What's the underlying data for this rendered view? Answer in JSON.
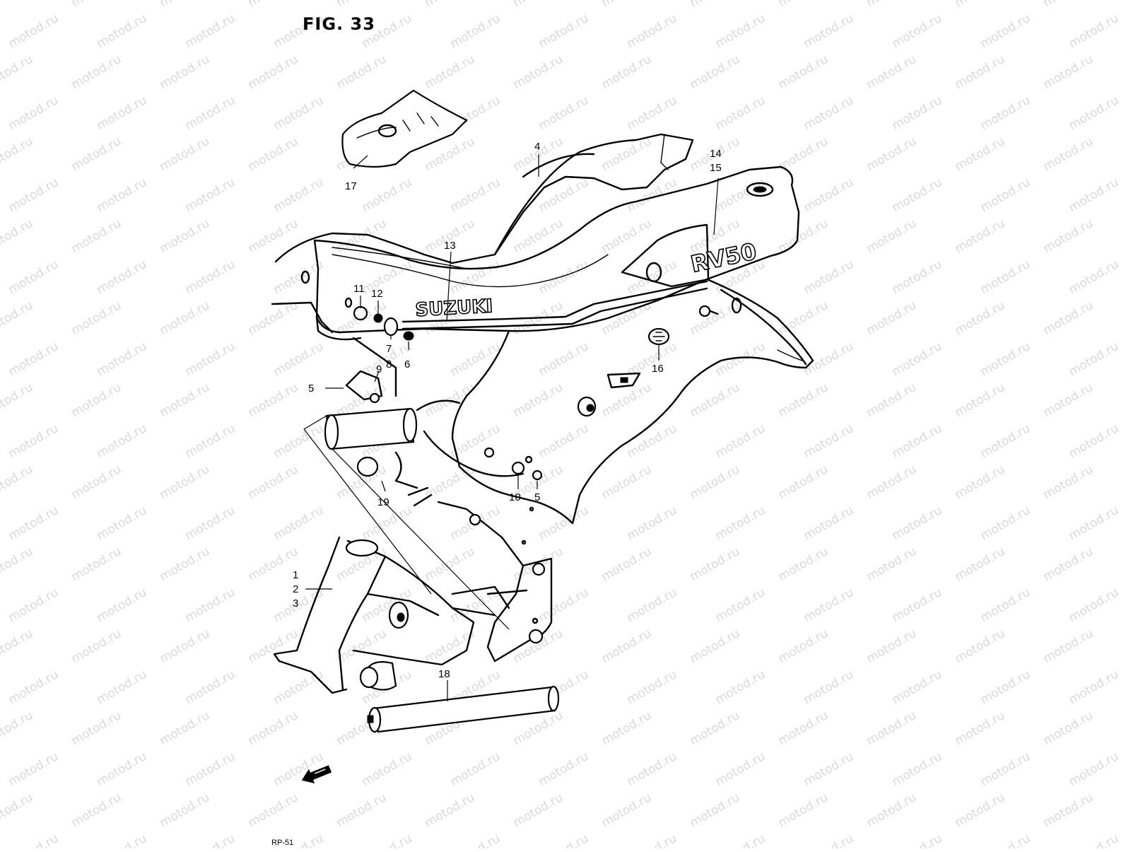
{
  "figure": {
    "title": "FIG. 33",
    "page_code": "RP-51"
  },
  "watermark": {
    "text": "motod.ru"
  },
  "branding": {
    "tank_logo": "SUZUKI",
    "side_logo": "RV50"
  },
  "callouts": [
    {
      "id": "c1",
      "text": "1"
    },
    {
      "id": "c2",
      "text": "2"
    },
    {
      "id": "c3",
      "text": "3"
    },
    {
      "id": "c4",
      "text": "4"
    },
    {
      "id": "c5a",
      "text": "5"
    },
    {
      "id": "c5b",
      "text": "5"
    },
    {
      "id": "c6",
      "text": "6"
    },
    {
      "id": "c7",
      "text": "7"
    },
    {
      "id": "c8",
      "text": "8"
    },
    {
      "id": "c9",
      "text": "9"
    },
    {
      "id": "c10",
      "text": "10"
    },
    {
      "id": "c11",
      "text": "11"
    },
    {
      "id": "c12",
      "text": "12"
    },
    {
      "id": "c13",
      "text": "13"
    },
    {
      "id": "c14",
      "text": "14"
    },
    {
      "id": "c15",
      "text": "15"
    },
    {
      "id": "c16",
      "text": "16"
    },
    {
      "id": "c17",
      "text": "17"
    },
    {
      "id": "c18",
      "text": "18"
    },
    {
      "id": "c19",
      "text": "19"
    }
  ],
  "icons": {
    "direction_arrow": "front-direction-arrow-icon"
  }
}
